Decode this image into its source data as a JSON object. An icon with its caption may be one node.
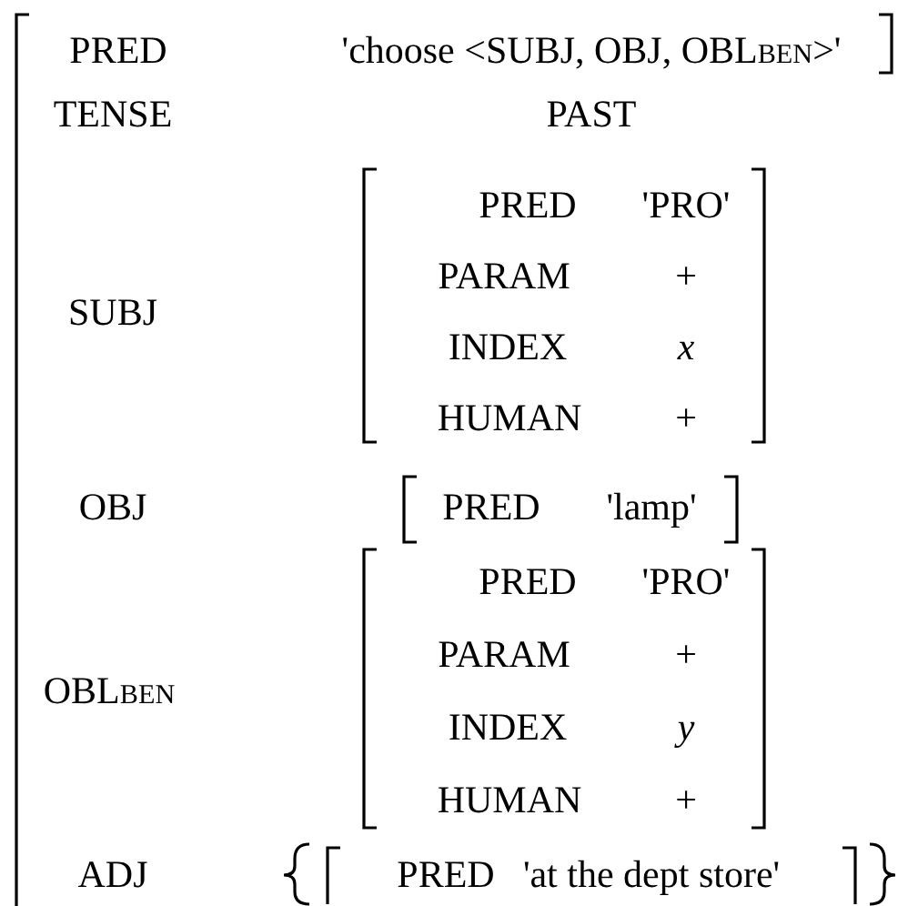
{
  "diagram": {
    "labels": [
      "PRED",
      "'choose <SUBJ, OBJ, OBL$_{BEN}$>'",
      "TENSE",
      "PAST",
      "SUBJ",
      "PRED",
      "'PRO'",
      "PARAM",
      "+",
      "INDEX",
      "x",
      "HUMAN",
      "+",
      "OBJ",
      "PRED",
      "'lamp'",
      "OBL$_{BEN}$",
      "PRED",
      "'PRO'",
      "PARAM",
      "+",
      "INDEX",
      "y",
      "HUMAN",
      "+",
      "ADJ",
      "PRED",
      "'at the dept store'"
    ]
  }
}
